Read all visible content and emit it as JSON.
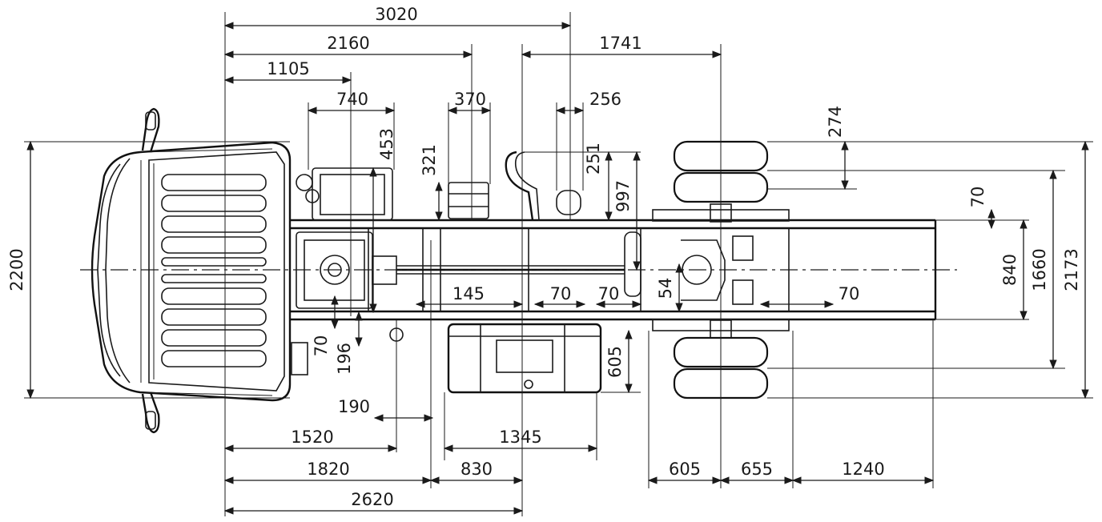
{
  "dimensions": {
    "d3020": "3020",
    "d2160": "2160",
    "d1741": "1741",
    "d1105": "1105",
    "d740": "740",
    "d370": "370",
    "d256": "256",
    "d453": "453",
    "d321": "321",
    "d251": "251",
    "d997": "997",
    "d274": "274",
    "d70_right_top": "70",
    "d840": "840",
    "d1660": "1660",
    "d2173": "2173",
    "d2200": "2200",
    "d145": "145",
    "d70_a": "70",
    "d70_b": "70",
    "d54": "54",
    "d70_c": "70",
    "d70_left_vert": "70",
    "d196": "196",
    "d605_vert": "605",
    "d190": "190",
    "d1520": "1520",
    "d1345": "1345",
    "d1820": "1820",
    "d830": "830",
    "d605": "605",
    "d655": "655",
    "d1240": "1240",
    "d2620": "2620"
  }
}
